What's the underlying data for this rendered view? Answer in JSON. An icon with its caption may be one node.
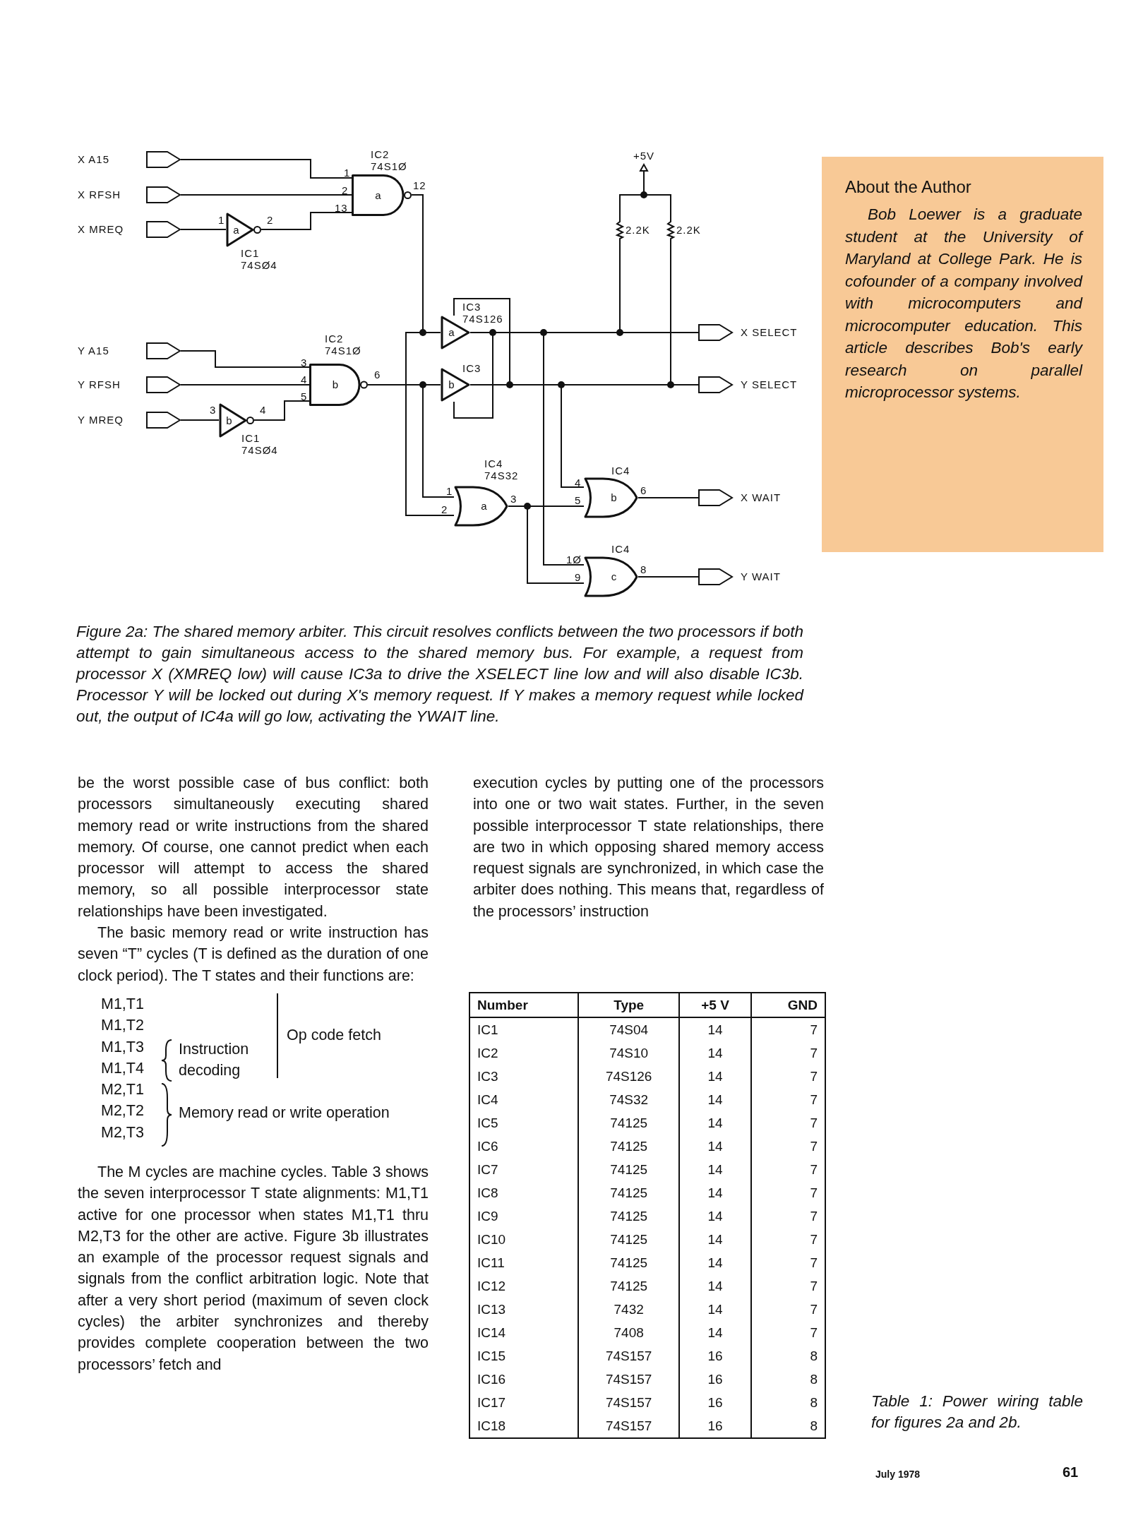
{
  "diagram": {
    "caption": "Figure 2a: The shared memory arbiter. This circuit resolves conflicts between the two processors if both attempt to gain simultaneous access to the shared memory bus. For example, a request from processor X (XMREQ low) will cause IC3a to drive the XSELECT line low and will also disable IC3b. Processor Y will be locked out during X's memory request. If Y makes a memory request while locked out, the output of IC4a will go low, activating the YWAIT line.",
    "nodes": [
      {
        "text": [
          "X A15"
        ]
      },
      {
        "text": [
          "X RFSH"
        ]
      },
      {
        "text": [
          "X MREQ"
        ]
      },
      {
        "text": [
          "a"
        ],
        "beside": [
          "IC1 74SØ4",
          "1",
          "2"
        ]
      },
      {
        "text": [
          "a"
        ],
        "beside": [
          "IC2 74S1Ø",
          "1",
          "2",
          "13",
          "12"
        ]
      },
      {
        "text": [
          "Y A15"
        ]
      },
      {
        "text": [
          "Y RFSH"
        ]
      },
      {
        "text": [
          "Y MREQ"
        ]
      },
      {
        "text": [
          "b"
        ],
        "beside": [
          "IC1 74SØ4",
          "3",
          "4"
        ]
      },
      {
        "text": [
          "b"
        ],
        "beside": [
          "IC2 74S1Ø",
          "3",
          "4",
          "5",
          "6"
        ]
      },
      {
        "text": [
          "a"
        ],
        "beside": [
          "IC3 74S126"
        ]
      },
      {
        "text": [
          "b"
        ],
        "beside": [
          "IC3"
        ]
      },
      {
        "text": [
          "+5V"
        ]
      },
      {
        "text": [
          "2.2K"
        ]
      },
      {
        "text": [
          "2.2K"
        ]
      },
      {
        "text": [
          "a"
        ],
        "beside": [
          "IC4 74S32",
          "1",
          "2",
          "3"
        ]
      },
      {
        "text": [
          "b"
        ],
        "beside": [
          "IC4",
          "4",
          "5",
          "6"
        ]
      },
      {
        "text": [
          "c"
        ],
        "beside": [
          "IC4",
          "1Ø",
          "9",
          "8"
        ]
      },
      {
        "text": [
          "X SELECT"
        ]
      },
      {
        "text": [
          "Y SELECT"
        ]
      },
      {
        "text": [
          "X WAIT"
        ]
      },
      {
        "text": [
          "Y WAIT"
        ]
      },
      {
        "text": [
          "About the Author",
          "Bob Loewer is a graduate student at the University of Maryland at College Park. He is cofounder of a company involved with microcomputers and microcomputer education. This article describes Bob's early research on parallel microprocessor systems."
        ]
      }
    ],
    "edges": [
      {
        "from": 0,
        "to": 4,
        "arrow": "none"
      },
      {
        "from": 1,
        "to": 4,
        "arrow": "none"
      },
      {
        "from": 2,
        "to": 3,
        "arrow": "none"
      },
      {
        "from": 3,
        "to": 4,
        "arrow": "none"
      },
      {
        "from": 5,
        "to": 9,
        "arrow": "none"
      },
      {
        "from": 6,
        "to": 9,
        "arrow": "none"
      },
      {
        "from": 7,
        "to": 8,
        "arrow": "none"
      },
      {
        "from": 8,
        "to": 9,
        "arrow": "none"
      },
      {
        "from": 4,
        "to": 10,
        "arrow": "none"
      },
      {
        "from": 4,
        "to": 15,
        "arrow": "none"
      },
      {
        "from": 9,
        "to": 11,
        "arrow": "none"
      },
      {
        "from": 9,
        "to": 15,
        "arrow": "none"
      },
      {
        "from": 10,
        "to": 18,
        "arrow": "none"
      },
      {
        "from": 10,
        "to": 11,
        "arrow": "none"
      },
      {
        "from": 10,
        "to": 17,
        "arrow": "none"
      },
      {
        "from": 11,
        "to": 19,
        "arrow": "none"
      },
      {
        "from": 11,
        "to": 10,
        "arrow": "none"
      },
      {
        "from": 11,
        "to": 16,
        "arrow": "none"
      },
      {
        "from": 12,
        "to": 13,
        "arrow": "none"
      },
      {
        "from": 12,
        "to": 14,
        "arrow": "none"
      },
      {
        "from": 13,
        "to": 18,
        "arrow": "none"
      },
      {
        "from": 14,
        "to": 19,
        "arrow": "none"
      },
      {
        "from": 15,
        "to": 16,
        "arrow": "none"
      },
      {
        "from": 15,
        "to": 17,
        "arrow": "none"
      },
      {
        "from": 16,
        "to": 20,
        "arrow": "none"
      },
      {
        "from": 17,
        "to": 21,
        "arrow": "none"
      }
    ],
    "labels": [
      "be the worst possible case of bus conflict: both processors simultaneously executing shared memory read or write instructions from the shared memory. Of course, one cannot predict when each processor will attempt to access the shared memory, so all possible interprocessor state relationships have been investigated.",
      "The basic memory read or write instruction has seven “T” cycles (T is defined as the duration of one clock period). The T states and their functions are:",
      "M1,T1",
      "M1,T2",
      "M1,T3",
      "M1,T4",
      "M2,T1",
      "M2,T2",
      "M2,T3",
      "Instruction decoding",
      "Op code fetch",
      "Memory read or write operation",
      "The M cycles are machine cycles. Table 3 shows the seven interprocessor T state alignments: M1,T1 active for one processor when states M1,T1 thru M2,T3 for the other are active. Figure 3b illustrates an example of the processor request signals and signals from the conflict arbitration logic. Note that after a very short period (maximum of seven clock cycles) the arbiter synchronizes and thereby provides complete cooperation between the two processors’ fetch and",
      "execution cycles by putting one of the processors into one or two wait states. Further, in the seven possible interprocessor T state relationships, there are two in which opposing shared memory access request signals are synchronized, in which case the arbiter does nothing. This means that, regardless of the processors’ instruction",
      "Number",
      "Type",
      "+5 V",
      "GND",
      "IC1",
      "74S04",
      "14",
      "7",
      "IC2",
      "74S10",
      "14",
      "7",
      "IC3",
      "74S126",
      "14",
      "7",
      "IC4",
      "74S32",
      "14",
      "7",
      "IC5",
      "74125",
      "14",
      "7",
      "IC6",
      "74125",
      "14",
      "7",
      "IC7",
      "74125",
      "14",
      "7",
      "IC8",
      "74125",
      "14",
      "7",
      "IC9",
      "74125",
      "14",
      "7",
      "IC10",
      "74125",
      "14",
      "7",
      "IC11",
      "74125",
      "14",
      "7",
      "IC12",
      "74125",
      "14",
      "7",
      "IC13",
      "7432",
      "14",
      "7",
      "IC14",
      "7408",
      "14",
      "7",
      "IC15",
      "74S157",
      "16",
      "8",
      "IC16",
      "74S157",
      "16",
      "8",
      "IC17",
      "74S157",
      "16",
      "8",
      "IC18",
      "74S157",
      "16",
      "8",
      "Table 1: Power wiring table for figures 2a and 2b.",
      "July 1978",
      "61"
    ]
  }
}
